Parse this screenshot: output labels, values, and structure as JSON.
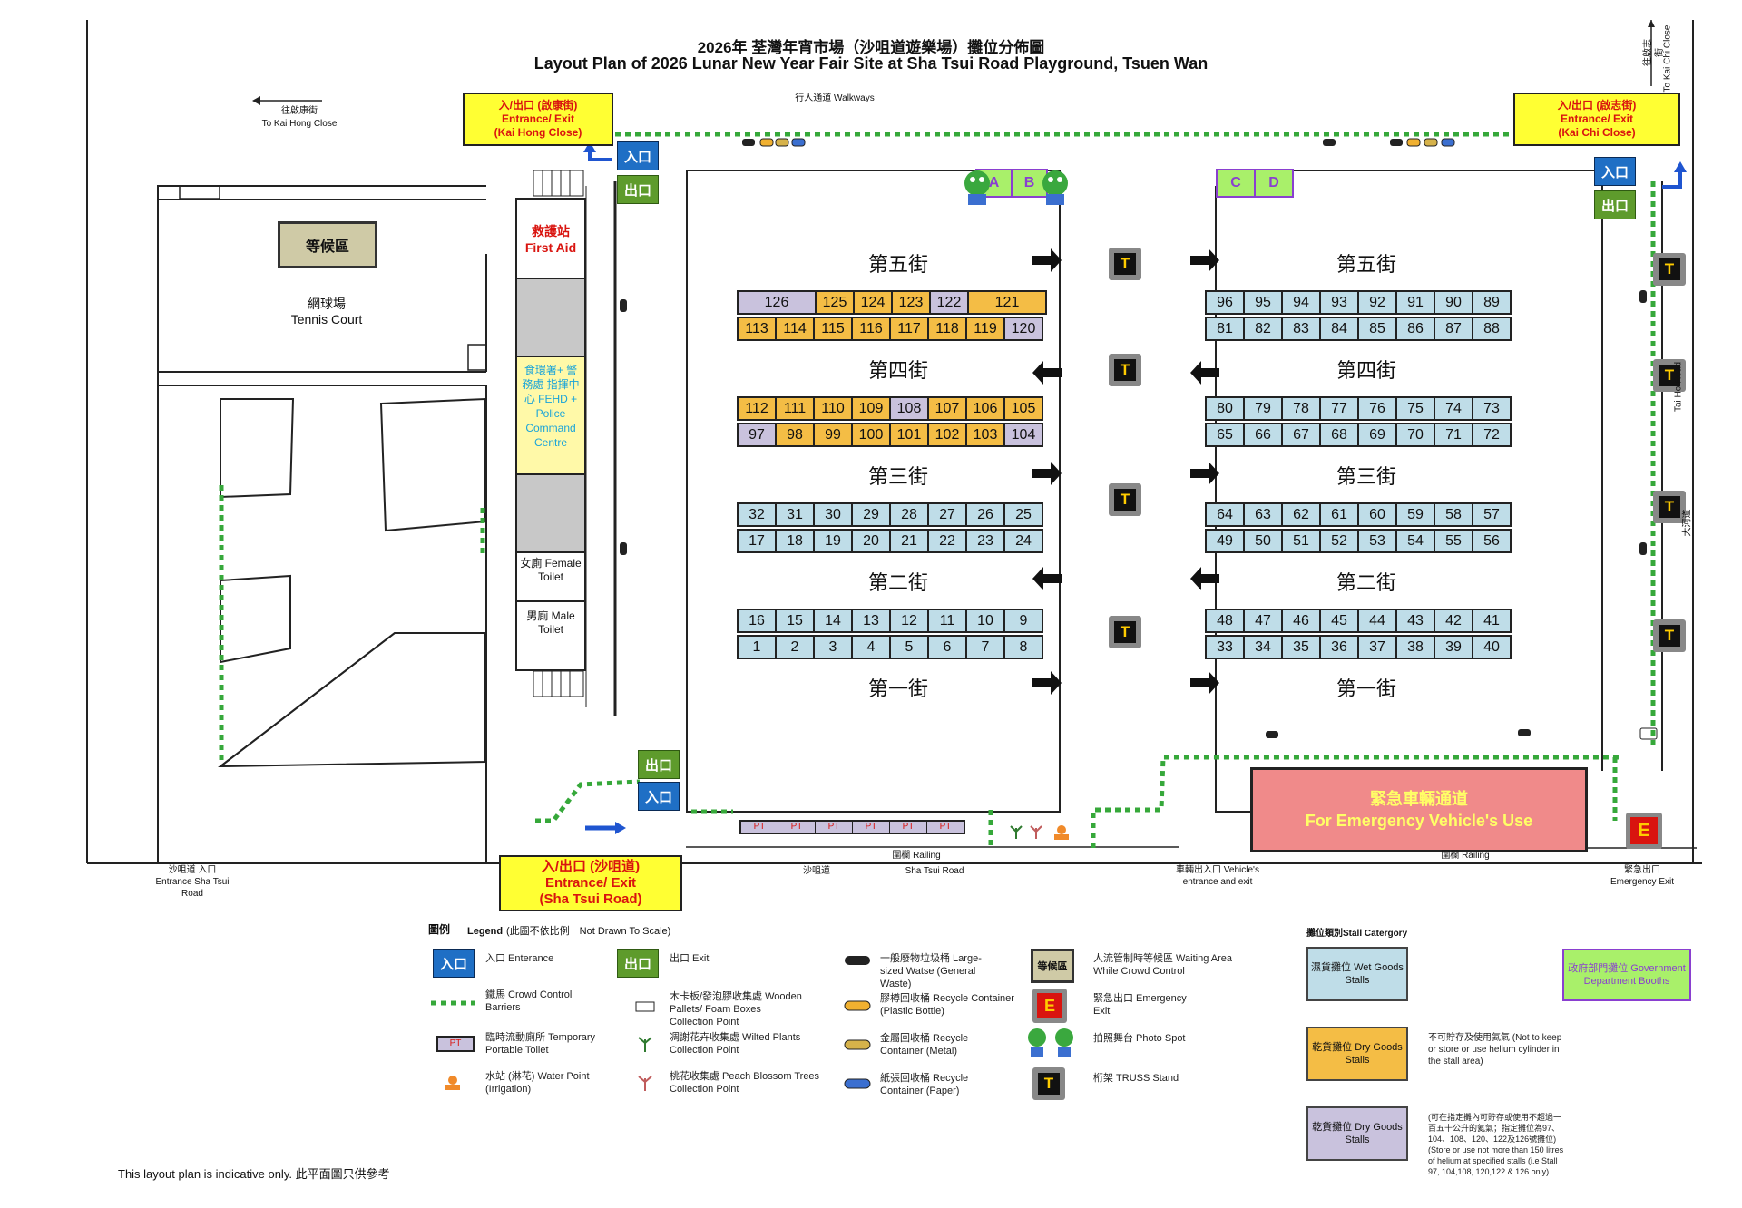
{
  "title": {
    "zh": "2026年 荃灣年宵市場（沙咀道遊樂場）攤位分佈圖",
    "en": "Layout Plan of 2026 Lunar New Year Fair Site at Sha Tsui Road Playground, Tsuen Wan"
  },
  "labels": {
    "walkways": "行人通道 Walkways",
    "to_kai_hong_zh": "往啟康街",
    "to_kai_hong_en": "To Kai Hong Close",
    "to_kai_chi_zh": "往啟志街",
    "to_kai_chi_en": "To Kai Chi Close",
    "waiting_area": "等候區",
    "tennis_zh": "網球場",
    "tennis_en": "Tennis Court",
    "first_aid_zh": "救護站",
    "first_aid_en": "First Aid",
    "command": "食環署+ 警務處 指揮中心 FEHD + Police Command Centre",
    "female_toilet": "女廁 Female Toilet",
    "male_toilet": "男廁 Male Toilet",
    "tai_ho_road": "Tai Ho Road",
    "tai_ho_road_zh": "大河道",
    "railing": "圍欄 Railing",
    "sha_tsui_road": "Sha Tsui Road",
    "sha_tsui_road_zh": "沙咀道",
    "sha_tsui_entrance": "沙咀道 入口 Entrance Sha Tsui Road",
    "vehicle_entrance": "車輛出入口 Vehicle's entrance and exit",
    "emergency_exit_label": "緊急出口 Emergency Exit",
    "emergency_zh": "緊急車輛通道",
    "emergency_en": "For Emergency Vehicle's Use",
    "disclaimer": "This layout plan is indicative only. 此平面圖只供參考",
    "entrance_tag": "入口",
    "exit_tag": "出口",
    "truss": "T",
    "e_mark": "E",
    "pt": "PT"
  },
  "entrances": {
    "kai_hong": [
      "入/出口 (啟康街)",
      "Entrance/ Exit",
      "(Kai Hong Close)"
    ],
    "kai_chi": [
      "入/出口 (啟志街)",
      "Entrance/ Exit",
      "(Kai Chi Close)"
    ],
    "sha_tsui": [
      "入/出口 (沙咀道)",
      "Entrance/ Exit",
      "(Sha Tsui Road)"
    ]
  },
  "streets": [
    "第五街",
    "第四街",
    "第三街",
    "第二街",
    "第一街"
  ],
  "booths": [
    "A",
    "B",
    "C",
    "D"
  ],
  "colors": {
    "wet": "#bfdde8",
    "dry": "#f4bd45",
    "dry_helium": "#c9c2dd",
    "gov": "#a9f06a",
    "booth_border": "#8a3fd0",
    "barrier": "#36a83a",
    "emergency": "#f08a8a"
  },
  "stalls_left": [
    {
      "row": [
        {
          "n": "126",
          "t": "h",
          "w": 2
        },
        {
          "n": "125",
          "t": "d",
          "w": 1
        },
        {
          "n": "124",
          "t": "d",
          "w": 1
        },
        {
          "n": "123",
          "t": "d",
          "w": 1
        },
        {
          "n": "122",
          "t": "h",
          "w": 1
        },
        {
          "n": "121",
          "t": "d",
          "w": 2
        }
      ]
    },
    {
      "row": [
        {
          "n": "113",
          "t": "d",
          "w": 1
        },
        {
          "n": "114",
          "t": "d",
          "w": 1
        },
        {
          "n": "115",
          "t": "d",
          "w": 1
        },
        {
          "n": "116",
          "t": "d",
          "w": 1
        },
        {
          "n": "117",
          "t": "d",
          "w": 1
        },
        {
          "n": "118",
          "t": "d",
          "w": 1
        },
        {
          "n": "119",
          "t": "d",
          "w": 1
        },
        {
          "n": "120",
          "t": "h",
          "w": 1
        }
      ]
    },
    {
      "row": [
        {
          "n": "112",
          "t": "d",
          "w": 1
        },
        {
          "n": "111",
          "t": "d",
          "w": 1
        },
        {
          "n": "110",
          "t": "d",
          "w": 1
        },
        {
          "n": "109",
          "t": "d",
          "w": 1
        },
        {
          "n": "108",
          "t": "h",
          "w": 1
        },
        {
          "n": "107",
          "t": "d",
          "w": 1
        },
        {
          "n": "106",
          "t": "d",
          "w": 1
        },
        {
          "n": "105",
          "t": "d",
          "w": 1
        }
      ]
    },
    {
      "row": [
        {
          "n": "97",
          "t": "h",
          "w": 1
        },
        {
          "n": "98",
          "t": "d",
          "w": 1
        },
        {
          "n": "99",
          "t": "d",
          "w": 1
        },
        {
          "n": "100",
          "t": "d",
          "w": 1
        },
        {
          "n": "101",
          "t": "d",
          "w": 1
        },
        {
          "n": "102",
          "t": "d",
          "w": 1
        },
        {
          "n": "103",
          "t": "d",
          "w": 1
        },
        {
          "n": "104",
          "t": "h",
          "w": 1
        }
      ]
    },
    {
      "row": [
        {
          "n": "32",
          "t": "w"
        },
        {
          "n": "31",
          "t": "w"
        },
        {
          "n": "30",
          "t": "w"
        },
        {
          "n": "29",
          "t": "w"
        },
        {
          "n": "28",
          "t": "w"
        },
        {
          "n": "27",
          "t": "w"
        },
        {
          "n": "26",
          "t": "w"
        },
        {
          "n": "25",
          "t": "w"
        }
      ]
    },
    {
      "row": [
        {
          "n": "17",
          "t": "w"
        },
        {
          "n": "18",
          "t": "w"
        },
        {
          "n": "19",
          "t": "w"
        },
        {
          "n": "20",
          "t": "w"
        },
        {
          "n": "21",
          "t": "w"
        },
        {
          "n": "22",
          "t": "w"
        },
        {
          "n": "23",
          "t": "w"
        },
        {
          "n": "24",
          "t": "w"
        }
      ]
    },
    {
      "row": [
        {
          "n": "16",
          "t": "w"
        },
        {
          "n": "15",
          "t": "w"
        },
        {
          "n": "14",
          "t": "w"
        },
        {
          "n": "13",
          "t": "w"
        },
        {
          "n": "12",
          "t": "w"
        },
        {
          "n": "11",
          "t": "w"
        },
        {
          "n": "10",
          "t": "w"
        },
        {
          "n": "9",
          "t": "w"
        }
      ]
    },
    {
      "row": [
        {
          "n": "1",
          "t": "w"
        },
        {
          "n": "2",
          "t": "w"
        },
        {
          "n": "3",
          "t": "w"
        },
        {
          "n": "4",
          "t": "w"
        },
        {
          "n": "5",
          "t": "w"
        },
        {
          "n": "6",
          "t": "w"
        },
        {
          "n": "7",
          "t": "w"
        },
        {
          "n": "8",
          "t": "w"
        }
      ]
    }
  ],
  "stalls_right": [
    [
      "96",
      "95",
      "94",
      "93",
      "92",
      "91",
      "90",
      "89"
    ],
    [
      "81",
      "82",
      "83",
      "84",
      "85",
      "86",
      "87",
      "88"
    ],
    [
      "80",
      "79",
      "78",
      "77",
      "76",
      "75",
      "74",
      "73"
    ],
    [
      "65",
      "66",
      "67",
      "68",
      "69",
      "70",
      "71",
      "72"
    ],
    [
      "64",
      "63",
      "62",
      "61",
      "60",
      "59",
      "58",
      "57"
    ],
    [
      "49",
      "50",
      "51",
      "52",
      "53",
      "54",
      "55",
      "56"
    ],
    [
      "48",
      "47",
      "46",
      "45",
      "44",
      "43",
      "42",
      "41"
    ],
    [
      "33",
      "34",
      "35",
      "36",
      "37",
      "38",
      "39",
      "40"
    ]
  ],
  "legend": {
    "title_zh": "圖例",
    "title_en": "Legend",
    "scale": "(此圖不依比例　Not Drawn To Scale)",
    "items": [
      "入口 Enterance",
      "出口 Exit",
      "鐵馬 Crowd Control Barriers",
      "臨時流動廁所 Temporary Portable Toilet",
      "水站 (淋花) Water Point (Irrigation)",
      "木卡板/發泡膠收集處 Wooden Pallets/ Foam Boxes Collection Point",
      "凋謝花卉收集處 Wilted Plants Collection Point",
      "桃花收集處 Peach Blossom Trees Collection Point",
      "一般廢物垃圾桶 Large-sized Watse (General Waste)",
      "膠樽回收桶 Recycle Container (Plastic Bottle)",
      "金屬回收桶 Recycle Container (Metal)",
      "紙張回收桶 Recycle Container (Paper)",
      "人流管制時等候區 Waiting Area While Crowd Control",
      "緊急出口 Emergency Exit",
      "拍照舞台 Photo Spot",
      "桁架 TRUSS Stand"
    ],
    "cat_title": "攤位類別Stall Catergory",
    "cat_wet": "濕貨攤位 Wet Goods Stalls",
    "cat_dry": "乾貨攤位 Dry Goods Stalls",
    "cat_dry2": "乾貨攤位 Dry Goods Stalls",
    "cat_gov": "政府部門攤位 Government Department Booths",
    "note_dry": "不可貯存及使用氦氣 (Not to keep or store or use helium cylinder in the stall area)",
    "note_helium": "(可在指定攤內可貯存或使用不超過一百五十公升的氦氣；指定攤位為97、104、108、120、122及126號攤位) (Store or use not more than 150 litres of helium at specified stalls (i.e Stall 97, 104,108, 120,122 & 126 only)"
  }
}
